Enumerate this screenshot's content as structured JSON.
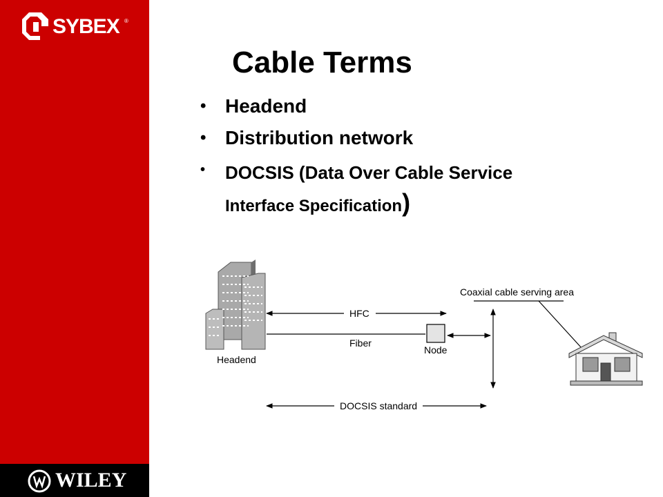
{
  "brand": {
    "top_logo": "SYBEX",
    "bottom_logo": "WILEY"
  },
  "slide": {
    "title": "Cable Terms",
    "bullets": [
      {
        "bullet": "•",
        "text": "Headend"
      },
      {
        "bullet": "•",
        "text": "Distribution network"
      },
      {
        "bullet": "•",
        "text_line1": "DOCSIS (Data Over Cable Service",
        "text_line2": "Interface Specification",
        "close_paren": ")"
      }
    ]
  },
  "diagram": {
    "headend_label": "Headend",
    "hfc_label": "HFC",
    "fiber_label": "Fiber",
    "node_label": "Node",
    "coax_label": "Coaxial cable serving area",
    "docsis_label": "DOCSIS standard"
  },
  "colors": {
    "sidebar": "#cc0000",
    "footer": "#000000",
    "text": "#000000"
  }
}
